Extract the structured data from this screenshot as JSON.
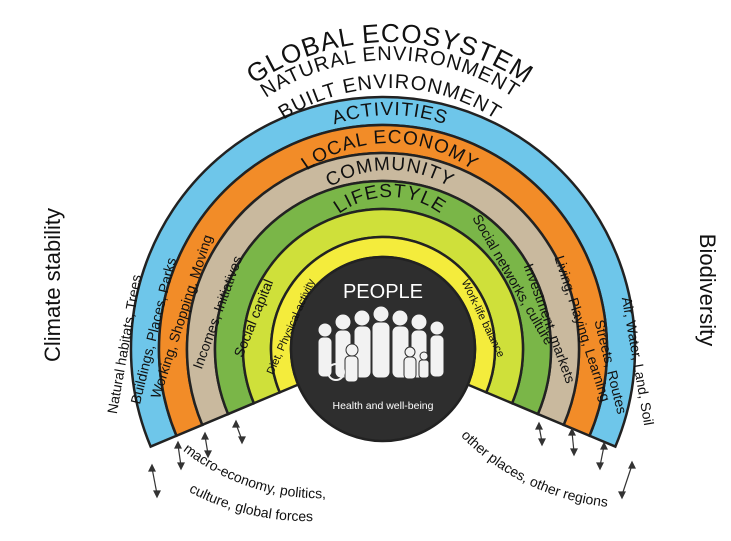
{
  "diagram": {
    "title": "GLOBAL ECOSYSTEM",
    "left_side_label": "Climate stability",
    "right_side_label": "Biodiversity",
    "rings": [
      {
        "id": "natural",
        "title": "NATURAL ENVIRONMENT",
        "left": "Natural habitats, Trees",
        "right": "Air, Water, Land, Soil",
        "color": "#6ec6ea"
      },
      {
        "id": "built",
        "title": "BUILT ENVIRONMENT",
        "left": "Buildings, Places, Parks",
        "right": "Streets, Routes",
        "color": "#f28c28"
      },
      {
        "id": "activities",
        "title": "ACTIVITIES",
        "left": "Working, Shopping, Moving",
        "right": "Living, Playing, Learning",
        "color": "#c9b99e"
      },
      {
        "id": "economy",
        "title": "LOCAL ECONOMY",
        "left": "Incomes, Initiatives",
        "right": "Investment, markets",
        "color": "#7ab648"
      },
      {
        "id": "community",
        "title": "COMMUNITY",
        "left": "Social capital",
        "right": "Social networks, culture",
        "color": "#cfe03a"
      },
      {
        "id": "lifestyle",
        "title": "LIFESTYLE",
        "left": "Diet, Physical activity",
        "right": "Work-life balance",
        "color": "#f4ec3c"
      }
    ],
    "center": {
      "title": "PEOPLE",
      "subtitle": "Health and well-being",
      "color": "#2e2e2e"
    },
    "bottom_left_note": [
      "macro-economy, politics,",
      "culture, global forces"
    ],
    "bottom_right_note": "other places, other regions"
  }
}
